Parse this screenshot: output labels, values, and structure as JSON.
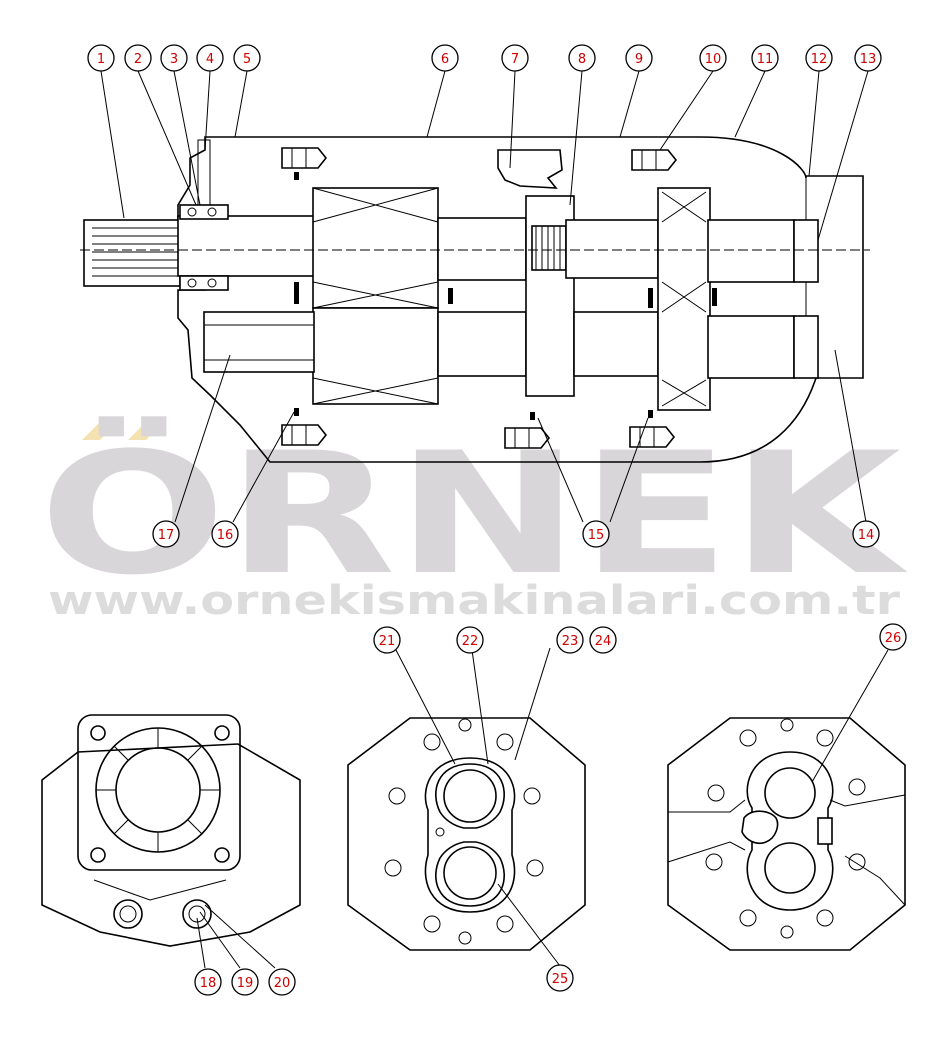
{
  "watermark": {
    "brand": "ÖRNEK",
    "url": "www.ornekismakinalari.com.tr",
    "accent_color": "#f4e3b0",
    "text_color": "#d9d6d9"
  },
  "callout_color": "#d00000",
  "callouts": [
    {
      "id": "1",
      "label": "1"
    },
    {
      "id": "2",
      "label": "2"
    },
    {
      "id": "3",
      "label": "3"
    },
    {
      "id": "4",
      "label": "4"
    },
    {
      "id": "5",
      "label": "5"
    },
    {
      "id": "6",
      "label": "6"
    },
    {
      "id": "7",
      "label": "7"
    },
    {
      "id": "8",
      "label": "8"
    },
    {
      "id": "9",
      "label": "9"
    },
    {
      "id": "10",
      "label": "10"
    },
    {
      "id": "11",
      "label": "11"
    },
    {
      "id": "12",
      "label": "12"
    },
    {
      "id": "13",
      "label": "13"
    },
    {
      "id": "14",
      "label": "14"
    },
    {
      "id": "15",
      "label": "15"
    },
    {
      "id": "16",
      "label": "16"
    },
    {
      "id": "17",
      "label": "17"
    },
    {
      "id": "18",
      "label": "18"
    },
    {
      "id": "19",
      "label": "19"
    },
    {
      "id": "20",
      "label": "20"
    },
    {
      "id": "21",
      "label": "21"
    },
    {
      "id": "22",
      "label": "22"
    },
    {
      "id": "23",
      "label": "23"
    },
    {
      "id": "24",
      "label": "24"
    },
    {
      "id": "25",
      "label": "25"
    },
    {
      "id": "26",
      "label": "26"
    }
  ]
}
